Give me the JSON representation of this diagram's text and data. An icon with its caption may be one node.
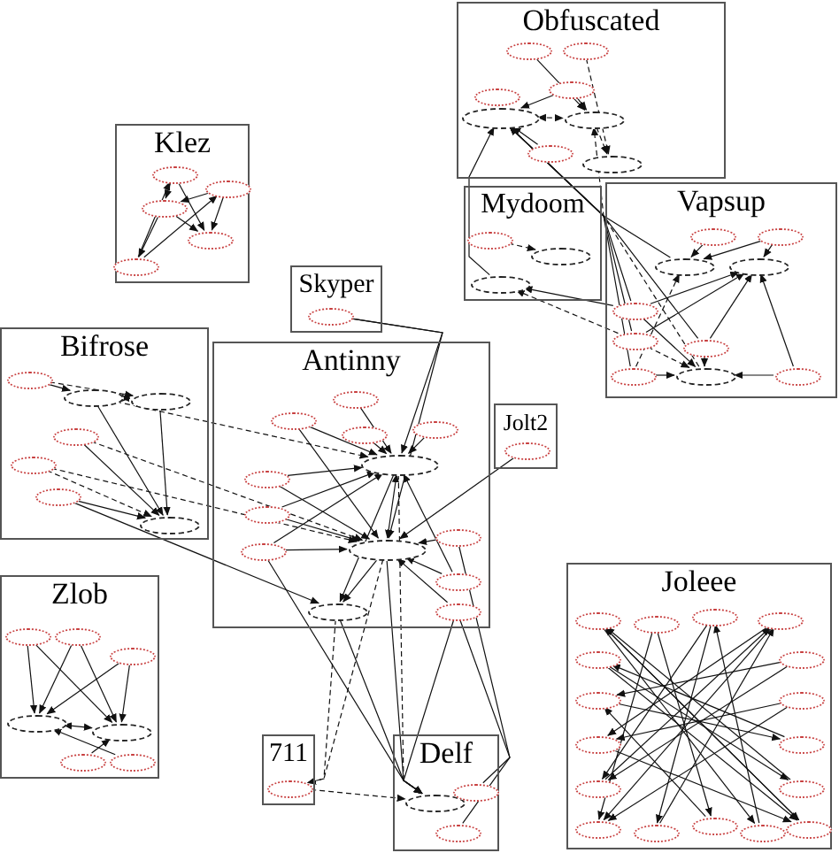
{
  "diagram": {
    "nodes": [
      {
        "text": [
          "Obfuscated"
        ]
      },
      {
        "text": [
          "Klez"
        ]
      },
      {
        "text": [
          "Mydoom"
        ]
      },
      {
        "text": [
          "Vapsup"
        ]
      },
      {
        "text": [
          "Skyper"
        ]
      },
      {
        "text": [
          "Bifrose"
        ]
      },
      {
        "text": [
          "Antinny"
        ]
      },
      {
        "text": [
          "Jolt2"
        ]
      },
      {
        "text": [
          "Zlob"
        ]
      },
      {
        "text": [
          "711"
        ]
      },
      {
        "text": [
          "Delf"
        ]
      },
      {
        "text": [
          "Joleee"
        ]
      },
      {
        "text": [],
        "shape": "ellipse",
        "in": 0
      },
      {
        "text": [],
        "shape": "ellipse",
        "in": 0
      },
      {
        "text": [],
        "shape": "ellipse",
        "in": 0
      },
      {
        "text": [],
        "shape": "ellipse",
        "in": 0
      },
      {
        "text": [],
        "shape": "ellipse",
        "in": 0
      },
      {
        "text": [],
        "shape": "ellipse",
        "in": 0
      },
      {
        "text": [],
        "shape": "ellipse",
        "in": 0
      },
      {
        "text": [],
        "shape": "ellipse",
        "in": 0
      },
      {
        "text": [],
        "shape": "ellipse",
        "in": 1
      },
      {
        "text": [],
        "shape": "ellipse",
        "in": 1
      },
      {
        "text": [],
        "shape": "ellipse",
        "in": 1
      },
      {
        "text": [],
        "shape": "ellipse",
        "in": 1
      },
      {
        "text": [],
        "shape": "ellipse",
        "in": 1
      },
      {
        "text": [],
        "shape": "ellipse",
        "in": 2
      },
      {
        "text": [],
        "shape": "ellipse",
        "in": 2
      },
      {
        "text": [],
        "shape": "ellipse",
        "in": 2
      },
      {
        "text": [],
        "shape": "ellipse",
        "in": 3
      },
      {
        "text": [],
        "shape": "ellipse",
        "in": 3
      },
      {
        "text": [],
        "shape": "ellipse",
        "in": 3
      },
      {
        "text": [],
        "shape": "ellipse",
        "in": 3
      },
      {
        "text": [],
        "shape": "ellipse",
        "in": 3
      },
      {
        "text": [],
        "shape": "ellipse",
        "in": 3
      },
      {
        "text": [],
        "shape": "ellipse",
        "in": 3
      },
      {
        "text": [],
        "shape": "ellipse",
        "in": 3
      },
      {
        "text": [],
        "shape": "ellipse",
        "in": 3
      },
      {
        "text": [],
        "shape": "ellipse",
        "in": 3
      },
      {
        "text": [],
        "shape": "ellipse",
        "in": 4
      },
      {
        "text": [],
        "shape": "ellipse",
        "in": 5
      },
      {
        "text": [],
        "shape": "ellipse",
        "in": 5
      },
      {
        "text": [],
        "shape": "ellipse",
        "in": 5
      },
      {
        "text": [],
        "shape": "ellipse",
        "in": 5
      },
      {
        "text": [],
        "shape": "ellipse",
        "in": 5
      },
      {
        "text": [],
        "shape": "ellipse",
        "in": 5
      },
      {
        "text": [],
        "shape": "ellipse",
        "in": 5
      },
      {
        "text": [],
        "shape": "ellipse",
        "in": 6
      },
      {
        "text": [],
        "shape": "ellipse",
        "in": 6
      },
      {
        "text": [],
        "shape": "ellipse",
        "in": 6
      },
      {
        "text": [],
        "shape": "ellipse",
        "in": 6
      },
      {
        "text": [],
        "shape": "ellipse",
        "in": 6
      },
      {
        "text": [],
        "shape": "ellipse",
        "in": 6
      },
      {
        "text": [],
        "shape": "ellipse",
        "in": 6
      },
      {
        "text": [],
        "shape": "ellipse",
        "in": 6
      },
      {
        "text": [],
        "shape": "ellipse",
        "in": 6
      },
      {
        "text": [],
        "shape": "ellipse",
        "in": 6
      },
      {
        "text": [],
        "shape": "ellipse",
        "in": 6
      },
      {
        "text": [],
        "shape": "ellipse",
        "in": 6
      },
      {
        "text": [],
        "shape": "ellipse",
        "in": 6
      },
      {
        "text": [],
        "shape": "ellipse",
        "in": 7
      },
      {
        "text": [],
        "shape": "ellipse",
        "in": 8
      },
      {
        "text": [],
        "shape": "ellipse",
        "in": 8
      },
      {
        "text": [],
        "shape": "ellipse",
        "in": 8
      },
      {
        "text": [],
        "shape": "ellipse",
        "in": 8
      },
      {
        "text": [],
        "shape": "ellipse",
        "in": 8
      },
      {
        "text": [],
        "shape": "ellipse",
        "in": 8
      },
      {
        "text": [],
        "shape": "ellipse",
        "in": 8
      },
      {
        "text": [],
        "shape": "ellipse",
        "in": 9
      },
      {
        "text": [],
        "shape": "ellipse",
        "in": 10
      },
      {
        "text": [],
        "shape": "ellipse",
        "in": 10
      },
      {
        "text": [],
        "shape": "ellipse",
        "in": 10
      },
      {
        "text": [],
        "shape": "ellipse",
        "in": 11
      },
      {
        "text": [],
        "shape": "ellipse",
        "in": 11
      },
      {
        "text": [],
        "shape": "ellipse",
        "in": 11
      },
      {
        "text": [],
        "shape": "ellipse",
        "in": 11
      },
      {
        "text": [],
        "shape": "ellipse",
        "in": 11
      },
      {
        "text": [],
        "shape": "ellipse",
        "in": 11
      },
      {
        "text": [],
        "shape": "ellipse",
        "in": 11
      },
      {
        "text": [],
        "shape": "ellipse",
        "in": 11
      },
      {
        "text": [],
        "shape": "ellipse",
        "in": 11
      },
      {
        "text": [],
        "shape": "ellipse",
        "in": 11
      },
      {
        "text": [],
        "shape": "ellipse",
        "in": 11
      },
      {
        "text": [],
        "shape": "ellipse",
        "in": 11
      },
      {
        "text": [],
        "shape": "ellipse",
        "in": 11
      },
      {
        "text": [],
        "shape": "ellipse",
        "in": 11
      },
      {
        "text": [],
        "shape": "ellipse",
        "in": 11
      },
      {
        "text": [],
        "shape": "ellipse",
        "in": 11
      },
      {
        "text": [],
        "shape": "ellipse",
        "in": 11
      }
    ],
    "edges": [
      {
        "from": 12,
        "to": 17,
        "arrow": "to"
      },
      {
        "from": 13,
        "to": 19,
        "arrow": "to",
        "style": "dashed"
      },
      {
        "from": 14,
        "to": 16,
        "arrow": "to"
      },
      {
        "from": 15,
        "to": 17,
        "arrow": "to"
      },
      {
        "from": 16,
        "to": 17,
        "arrow": "both",
        "style": "dashed"
      },
      {
        "from": 18,
        "to": 16,
        "arrow": "to"
      },
      {
        "from": 17,
        "to": 19,
        "arrow": "to",
        "style": "dashed"
      },
      {
        "from": 15,
        "to": 16,
        "arrow": "to"
      },
      {
        "from": 25,
        "to": 26,
        "arrow": "to",
        "style": "dashed"
      },
      {
        "from": 27,
        "to": 16,
        "arrow": "to"
      },
      {
        "from": 33,
        "to": 27,
        "arrow": "to",
        "style": "dashed"
      },
      {
        "from": 32,
        "to": 27,
        "arrow": "to"
      },
      {
        "from": 28,
        "to": 30,
        "arrow": "to"
      },
      {
        "from": 29,
        "to": 31,
        "arrow": "to"
      },
      {
        "from": 29,
        "to": 30,
        "arrow": "to"
      },
      {
        "from": 32,
        "to": 31,
        "arrow": "to"
      },
      {
        "from": 33,
        "to": 31,
        "arrow": "to"
      },
      {
        "from": 34,
        "to": 31,
        "arrow": "to"
      },
      {
        "from": 35,
        "to": 36,
        "arrow": "to"
      },
      {
        "from": 32,
        "to": 36,
        "arrow": "to"
      },
      {
        "from": 37,
        "to": 31,
        "arrow": "to"
      },
      {
        "from": 35,
        "to": 30,
        "arrow": "to",
        "style": "dashed"
      },
      {
        "from": 34,
        "to": 36,
        "arrow": "to"
      },
      {
        "from": 33,
        "to": 36,
        "arrow": "to",
        "style": "dashed"
      },
      {
        "from": 37,
        "to": 36,
        "arrow": "to"
      },
      {
        "from": 32,
        "to": 16,
        "arrow": "to"
      },
      {
        "from": 33,
        "to": 16,
        "arrow": "to"
      },
      {
        "from": 34,
        "to": 16,
        "arrow": "to"
      },
      {
        "from": 35,
        "to": 16,
        "arrow": "to"
      },
      {
        "from": 36,
        "to": 17,
        "arrow": "to",
        "style": "dashed"
      },
      {
        "from": 30,
        "to": 16,
        "arrow": "to"
      },
      {
        "from": 20,
        "to": 23,
        "arrow": "to"
      },
      {
        "from": 21,
        "to": 23,
        "arrow": "to"
      },
      {
        "from": 22,
        "to": 23,
        "arrow": "to"
      },
      {
        "from": 24,
        "to": 21,
        "arrow": "to"
      },
      {
        "from": 20,
        "to": 22,
        "arrow": "to"
      },
      {
        "from": 22,
        "to": 24,
        "arrow": "to"
      },
      {
        "from": 24,
        "to": 20,
        "arrow": "to"
      },
      {
        "from": 21,
        "to": 22,
        "arrow": "to"
      },
      {
        "from": 38,
        "to": 50,
        "arrow": "to"
      },
      {
        "from": 38,
        "to": 55,
        "arrow": "to"
      },
      {
        "from": 39,
        "to": 40,
        "arrow": "to"
      },
      {
        "from": 39,
        "to": 41,
        "arrow": "to",
        "style": "dashed"
      },
      {
        "from": 40,
        "to": 41,
        "arrow": "both"
      },
      {
        "from": 40,
        "to": 45,
        "arrow": "to"
      },
      {
        "from": 41,
        "to": 45,
        "arrow": "to"
      },
      {
        "from": 42,
        "to": 45,
        "arrow": "to"
      },
      {
        "from": 43,
        "to": 45,
        "arrow": "to",
        "style": "dashed"
      },
      {
        "from": 44,
        "to": 45,
        "arrow": "to"
      },
      {
        "from": 40,
        "to": 50,
        "arrow": "to",
        "style": "dashed"
      },
      {
        "from": 42,
        "to": 55,
        "arrow": "to",
        "style": "dashed"
      },
      {
        "from": 44,
        "to": 58,
        "arrow": "to"
      },
      {
        "from": 43,
        "to": 55,
        "arrow": "to",
        "style": "dashed"
      },
      {
        "from": 46,
        "to": 50,
        "arrow": "to"
      },
      {
        "from": 47,
        "to": 50,
        "arrow": "to"
      },
      {
        "from": 48,
        "to": 50,
        "arrow": "to"
      },
      {
        "from": 49,
        "to": 50,
        "arrow": "to"
      },
      {
        "from": 51,
        "to": 50,
        "arrow": "to"
      },
      {
        "from": 52,
        "to": 50,
        "arrow": "to"
      },
      {
        "from": 53,
        "to": 55,
        "arrow": "to"
      },
      {
        "from": 54,
        "to": 55,
        "arrow": "to"
      },
      {
        "from": 47,
        "to": 55,
        "arrow": "to"
      },
      {
        "from": 51,
        "to": 55,
        "arrow": "to"
      },
      {
        "from": 52,
        "to": 55,
        "arrow": "to"
      },
      {
        "from": 53,
        "to": 50,
        "arrow": "to"
      },
      {
        "from": 56,
        "to": 55,
        "arrow": "to"
      },
      {
        "from": 57,
        "to": 55,
        "arrow": "to"
      },
      {
        "from": 50,
        "to": 55,
        "arrow": "both"
      },
      {
        "from": 55,
        "to": 58,
        "arrow": "to"
      },
      {
        "from": 50,
        "to": 58,
        "arrow": "to"
      },
      {
        "from": 56,
        "to": 50,
        "arrow": "to"
      },
      {
        "from": 59,
        "to": 55,
        "arrow": "to"
      },
      {
        "from": 58,
        "to": 68,
        "arrow": "to"
      },
      {
        "from": 55,
        "to": 68,
        "arrow": "to"
      },
      {
        "from": 50,
        "to": 68,
        "arrow": "to",
        "style": "dashed"
      },
      {
        "from": 57,
        "to": 68,
        "arrow": "to"
      },
      {
        "from": 53,
        "to": 68,
        "arrow": "to"
      },
      {
        "from": 58,
        "to": 67,
        "arrow": "to",
        "style": "dashed"
      },
      {
        "from": 55,
        "to": 67,
        "arrow": "to",
        "style": "dashed"
      },
      {
        "from": 67,
        "to": 68,
        "arrow": "to",
        "style": "dashed"
      },
      {
        "from": 57,
        "to": 69,
        "arrow": "none"
      },
      {
        "from": 54,
        "to": 70,
        "arrow": "none"
      },
      {
        "from": 60,
        "to": 64,
        "arrow": "to"
      },
      {
        "from": 61,
        "to": 64,
        "arrow": "to"
      },
      {
        "from": 62,
        "to": 63,
        "arrow": "to"
      },
      {
        "from": 60,
        "to": 63,
        "arrow": "to"
      },
      {
        "from": 61,
        "to": 63,
        "arrow": "to"
      },
      {
        "from": 65,
        "to": 64,
        "arrow": "to"
      },
      {
        "from": 66,
        "to": 63,
        "arrow": "to"
      },
      {
        "from": 62,
        "to": 64,
        "arrow": "to"
      },
      {
        "from": 63,
        "to": 64,
        "arrow": "both"
      },
      {
        "from": 71,
        "to": 86,
        "arrow": "to"
      },
      {
        "from": 71,
        "to": 87,
        "arrow": "to"
      },
      {
        "from": 72,
        "to": 85,
        "arrow": "to"
      },
      {
        "from": 72,
        "to": 83,
        "arrow": "to"
      },
      {
        "from": 73,
        "to": 84,
        "arrow": "to"
      },
      {
        "from": 73,
        "to": 81,
        "arrow": "to"
      },
      {
        "from": 74,
        "to": 83,
        "arrow": "to"
      },
      {
        "from": 74,
        "to": 79,
        "arrow": "to"
      },
      {
        "from": 75,
        "to": 82,
        "arrow": "to"
      },
      {
        "from": 75,
        "to": 87,
        "arrow": "to"
      },
      {
        "from": 76,
        "to": 77,
        "arrow": "to"
      },
      {
        "from": 76,
        "to": 81,
        "arrow": "to"
      },
      {
        "from": 77,
        "to": 80,
        "arrow": "to"
      },
      {
        "from": 78,
        "to": 79,
        "arrow": "to"
      },
      {
        "from": 78,
        "to": 83,
        "arrow": "to"
      },
      {
        "from": 79,
        "to": 87,
        "arrow": "to"
      },
      {
        "from": 80,
        "to": 75,
        "arrow": "to"
      },
      {
        "from": 81,
        "to": 74,
        "arrow": "to"
      },
      {
        "from": 82,
        "to": 71,
        "arrow": "to"
      },
      {
        "from": 84,
        "to": 74,
        "arrow": "to"
      },
      {
        "from": 85,
        "to": 77,
        "arrow": "to"
      },
      {
        "from": 86,
        "to": 73,
        "arrow": "to"
      },
      {
        "from": 87,
        "to": 71,
        "arrow": "to"
      }
    ]
  }
}
